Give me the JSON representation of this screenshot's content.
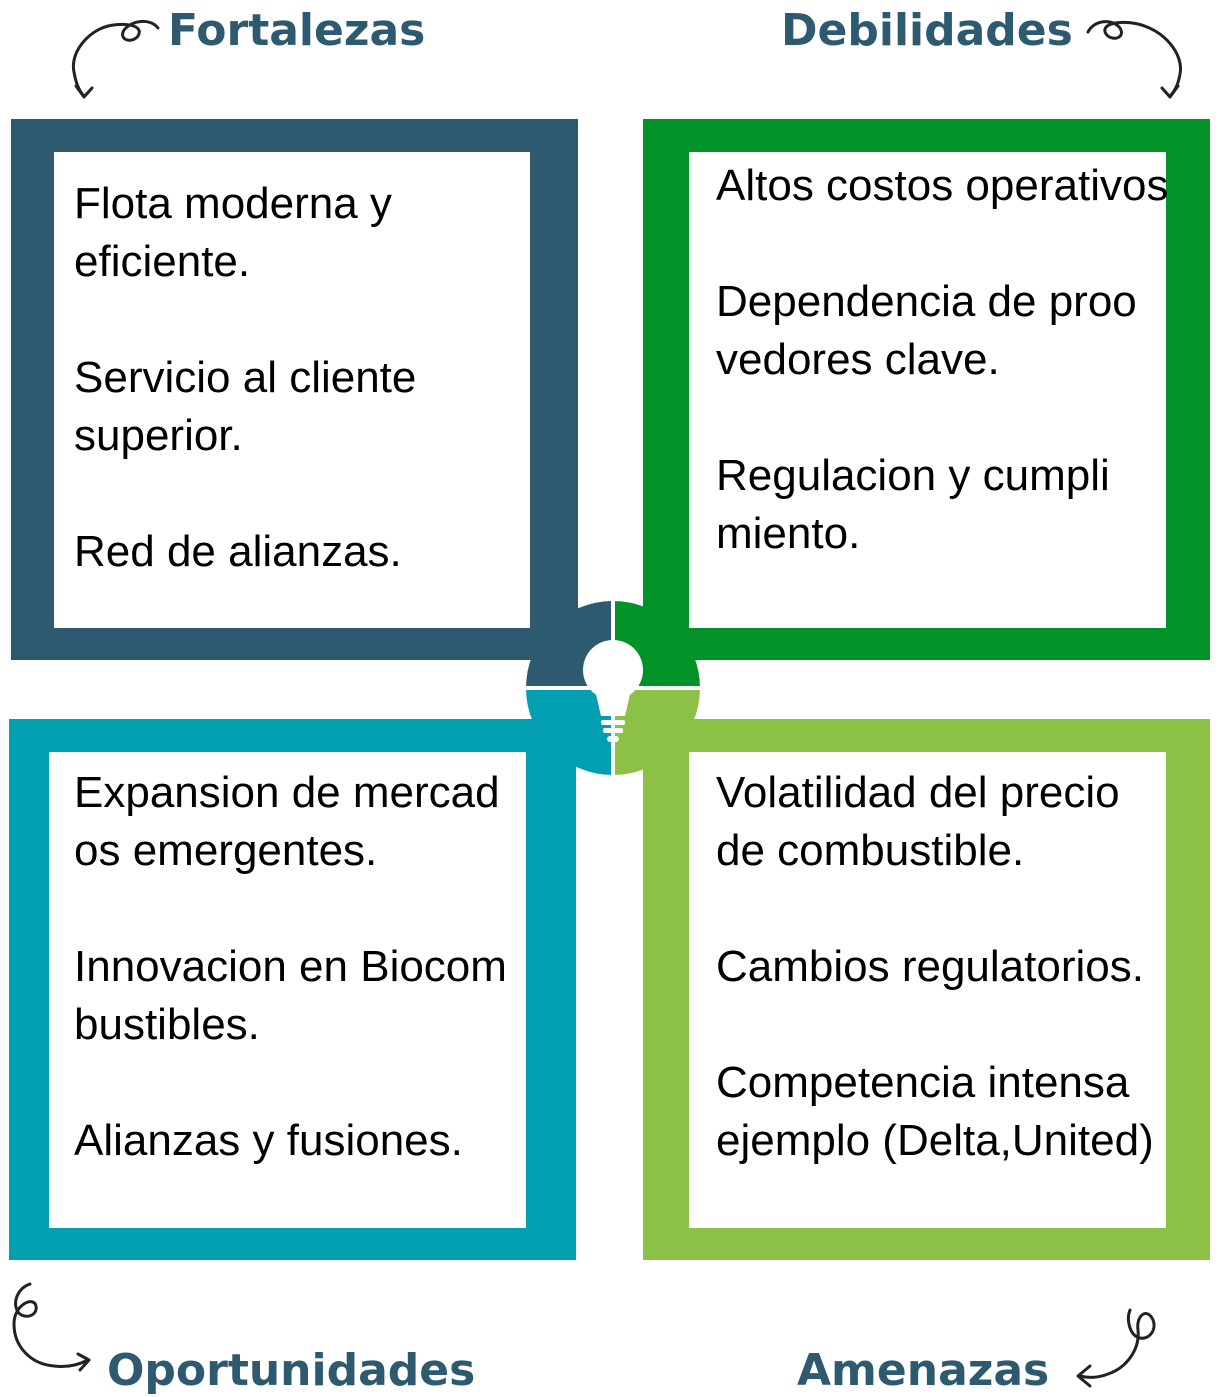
{
  "colors": {
    "fortalezas": "#2d5a6f",
    "debilidades": "#029328",
    "oportunidades": "#019faf",
    "amenazas": "#8dc146",
    "heading": "#2d5a6f"
  },
  "quadrants": {
    "fortalezas": {
      "title": "Fortalezas",
      "items": [
        [
          "Flota moderna y",
          "eficiente."
        ],
        [
          "Servicio al cliente",
          "superior."
        ],
        [
          "Red de alianzas."
        ]
      ]
    },
    "debilidades": {
      "title": "Debilidades",
      "items": [
        [
          "Altos costos operativos"
        ],
        [
          "Dependencia de proo",
          "vedores clave."
        ],
        [
          "Regulacion y cumpli",
          "miento."
        ]
      ]
    },
    "oportunidades": {
      "title": "Oportunidades",
      "items": [
        [
          "Expansion de mercad",
          "os emergentes."
        ],
        [
          "Innovacion en Biocom",
          "bustibles."
        ],
        [
          "Alianzas y fusiones."
        ]
      ]
    },
    "amenazas": {
      "title": "Amenazas",
      "items": [
        [
          "Volatilidad del precio",
          "de combustible."
        ],
        [
          "Cambios regulatorios."
        ],
        [
          "Competencia intensa",
          "ejemplo (Delta,United)"
        ]
      ]
    }
  },
  "icons": {
    "center": "lightbulb-icon",
    "arrows": "curly-arrow-icon"
  }
}
